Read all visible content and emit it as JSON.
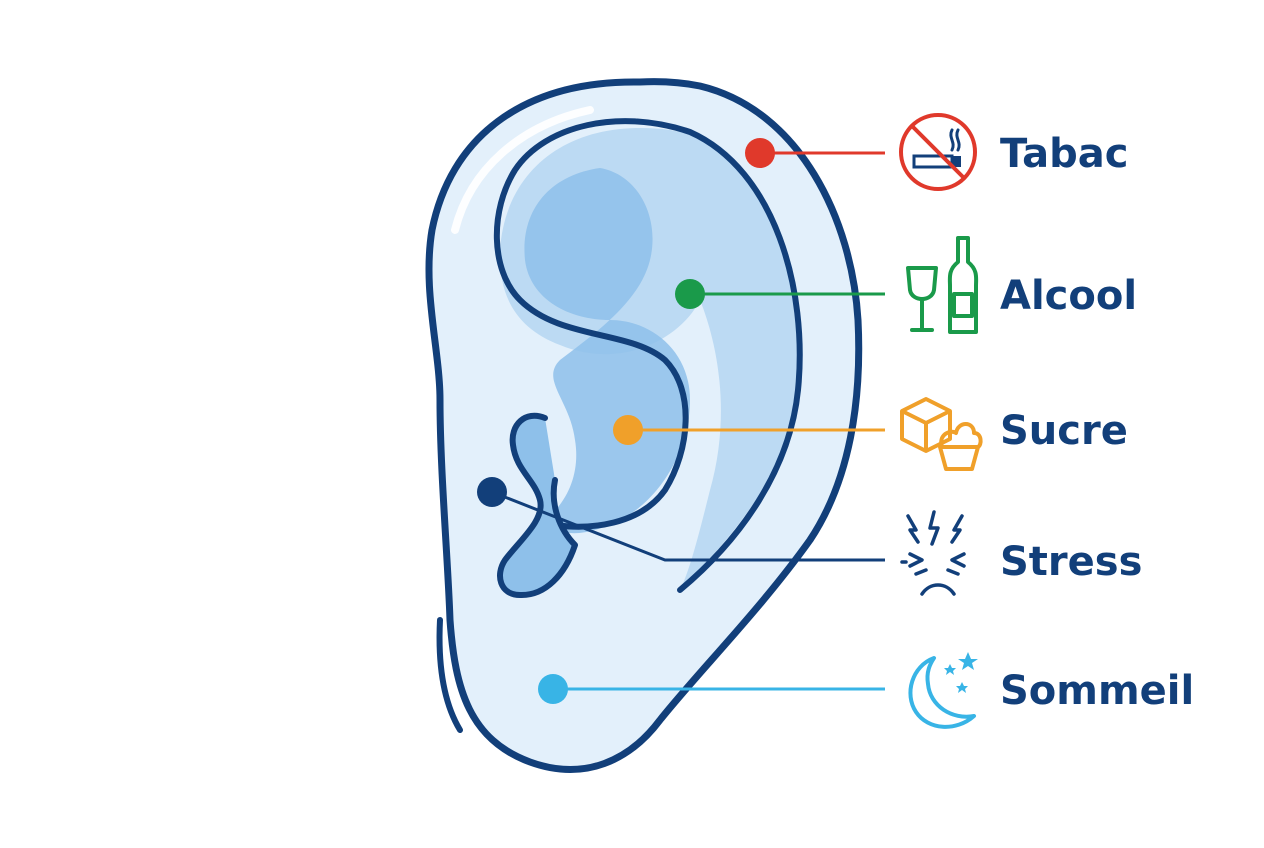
{
  "diagram": {
    "subject": "ear",
    "points": [
      {
        "id": "tabac",
        "label": "Tabac",
        "color": "#e0392b",
        "icon": "no-smoking-icon"
      },
      {
        "id": "alcool",
        "label": "Alcool",
        "color": "#1a9a4a",
        "icon": "wine-bottle-icon"
      },
      {
        "id": "sucre",
        "label": "Sucre",
        "color": "#f0a02a",
        "icon": "sugar-cube-icon"
      },
      {
        "id": "stress",
        "label": "Stress",
        "color": "#123f7a",
        "icon": "stress-face-icon"
      },
      {
        "id": "sommeil",
        "label": "Sommeil",
        "color": "#38b4e6",
        "icon": "moon-stars-icon"
      }
    ],
    "label_color": "#123f7a",
    "ear_outline_color": "#123f7a",
    "ear_fill_light": "#e3f0fb",
    "ear_fill_mid": "#bcdaf3",
    "ear_fill_dark": "#8ec0ea"
  }
}
